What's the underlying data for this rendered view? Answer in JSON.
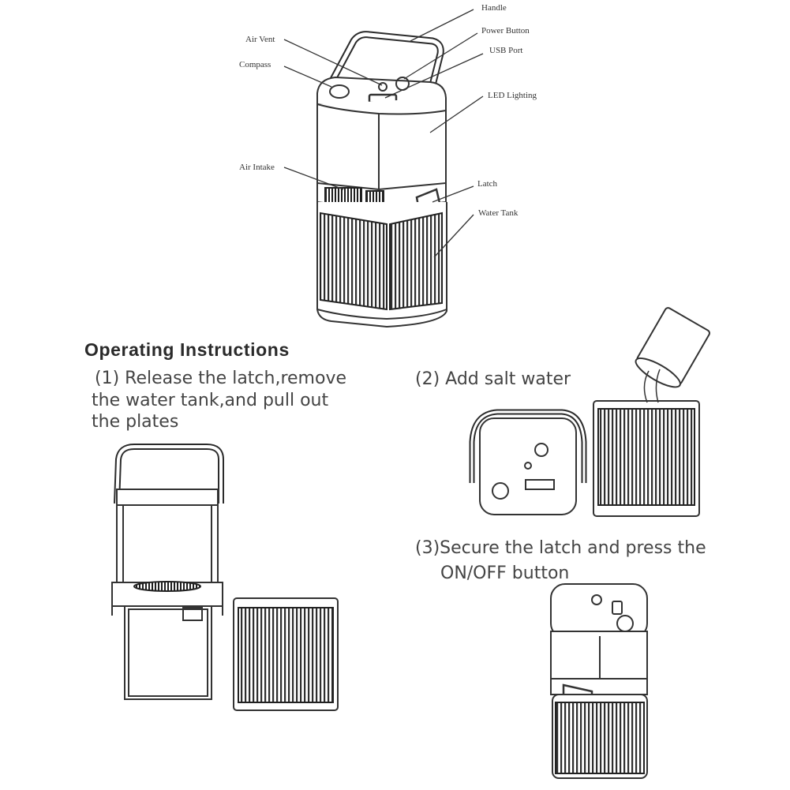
{
  "labels": {
    "handle": "Handle",
    "power_button": "Power Button",
    "usb_port": "USB Port",
    "air_vent": "Air Vent",
    "compass": "Compass",
    "led_lighting": "LED Lighting",
    "air_intake": "Air Intake",
    "latch": "Latch",
    "water_tank": "Water Tank"
  },
  "instructions": {
    "title": "Operating  Instructions",
    "step1": [
      "(1) Release the latch,remove",
      "the water tank,and pull out",
      "the plates"
    ],
    "step2": "(2) Add salt water",
    "step3": [
      "(3)Secure the latch and press the",
      "ON/OFF button"
    ]
  }
}
